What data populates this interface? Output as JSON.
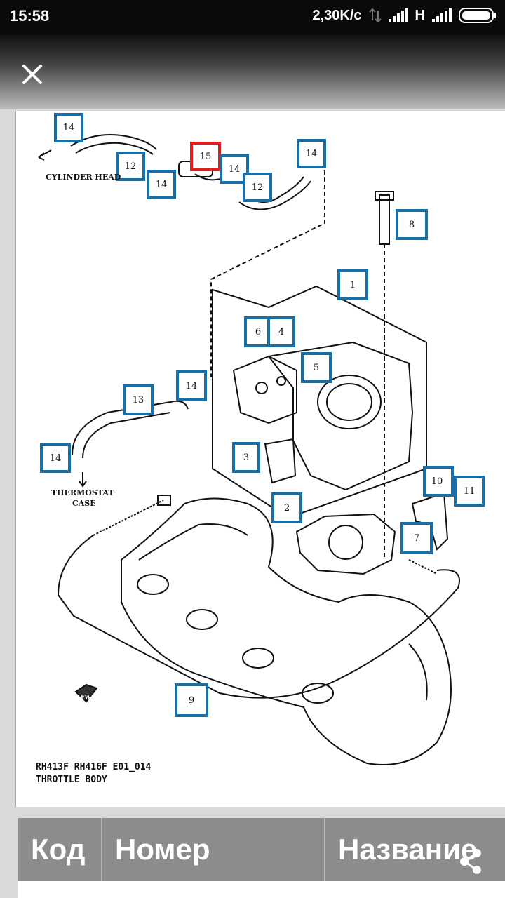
{
  "status_bar": {
    "time": "15:58",
    "speed": "2,30K/c",
    "network": "H"
  },
  "diagram": {
    "labels": {
      "cylinder_head": "CYLINDER HEAD",
      "thermostat": "THERMOSTAT",
      "case": "CASE",
      "fwd": "FWD"
    },
    "callouts": [
      "14",
      "12",
      "14",
      "15",
      "14",
      "12",
      "14",
      "8",
      "1",
      "6",
      "4",
      "5",
      "14",
      "13",
      "14",
      "3",
      "2",
      "10",
      "11",
      "7",
      "9"
    ],
    "caption_line1": "RH413F RH416F E01_014",
    "caption_line2": "THROTTLE BODY",
    "colors": {
      "callout_border": "#1a6ea8",
      "highlight_border": "#e02020"
    }
  },
  "table": {
    "col1": "Код",
    "col2": "Номер",
    "col3": "Название"
  },
  "icons": {
    "close": "close-icon",
    "share": "share-icon"
  }
}
